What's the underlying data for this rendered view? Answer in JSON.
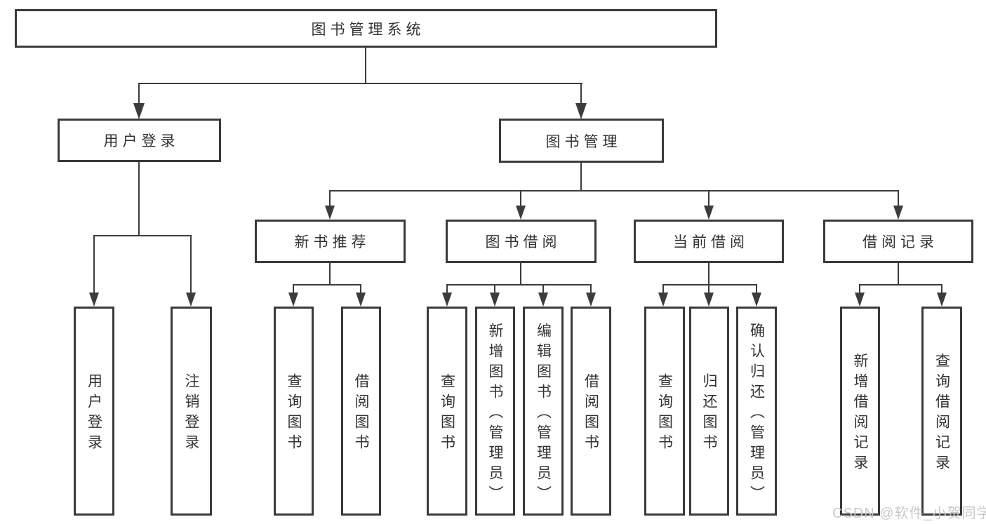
{
  "diagram_title": "图书管理系统",
  "tree": {
    "label": "图书管理系统",
    "children": [
      {
        "label": "用户登录",
        "children": [
          {
            "label": "用户登录"
          },
          {
            "label": "注销登录"
          }
        ]
      },
      {
        "label": "图书管理",
        "children": [
          {
            "label": "新书推荐",
            "children": [
              {
                "label": "查询图书"
              },
              {
                "label": "借阅图书"
              }
            ]
          },
          {
            "label": "图书借阅",
            "children": [
              {
                "label": "查询图书"
              },
              {
                "label": "新增图书（管理员）"
              },
              {
                "label": "编辑图书（管理员）"
              },
              {
                "label": "借阅图书"
              }
            ]
          },
          {
            "label": "当前借阅",
            "children": [
              {
                "label": "查询图书"
              },
              {
                "label": "归还图书"
              },
              {
                "label": "确认归还（管理员）"
              }
            ]
          },
          {
            "label": "借阅记录",
            "children": [
              {
                "label": "新增借阅记录"
              },
              {
                "label": "查询借阅记录"
              }
            ]
          }
        ]
      }
    ]
  },
  "watermark": "CSDN @软件_小贺同学",
  "colors": {
    "line": "#3c3c3c",
    "border": "#3a3a3a",
    "text": "#333333",
    "watermark": "#c6c6c6",
    "background": "#ffffff"
  }
}
